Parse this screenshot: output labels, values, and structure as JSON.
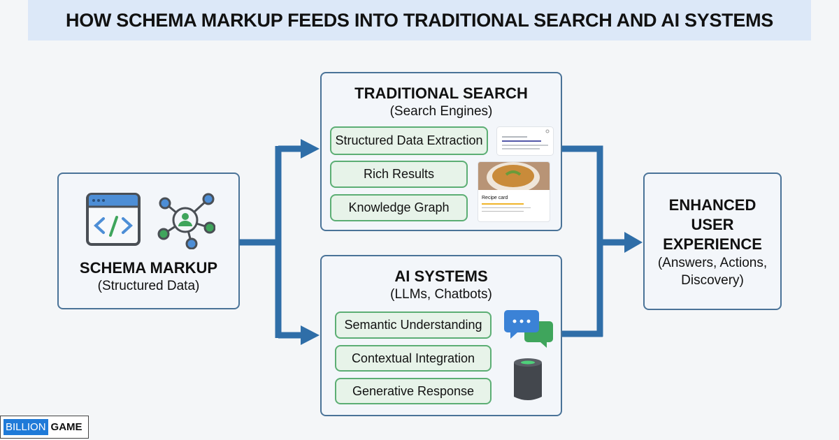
{
  "title": "HOW SCHEMA MARKUP FEEDS INTO TRADITIONAL SEARCH AND AI SYSTEMS",
  "colors": {
    "box_border": "#4a7398",
    "pill_border": "#5cae74",
    "arrow": "#2f6ea8",
    "banner": "#dce8f8"
  },
  "source": {
    "title": "SCHEMA MARKUP",
    "subtitle": "(Structured Data)",
    "icons": [
      "code-window-icon",
      "network-user-icon"
    ]
  },
  "traditional": {
    "title": "TRADITIONAL SEARCH",
    "subtitle": "(Search Engines)",
    "items": [
      "Structured Data Extraction",
      "Rich Results",
      "Knowledge Graph"
    ],
    "recipe_card": "Recipe card"
  },
  "ai": {
    "title": "AI SYSTEMS",
    "subtitle": "(LLMs, Chatbots)",
    "items": [
      "Semantic Understanding",
      "Contextual Integration",
      "Generative Response"
    ],
    "icons": [
      "chat-bubbles-icon",
      "smart-speaker-icon"
    ]
  },
  "result": {
    "line1": "ENHANCED",
    "line2": "USER",
    "line3": "EXPERIENCE",
    "line4": "(Answers, Actions,",
    "line5": "Discovery)"
  },
  "logo": {
    "part1": "BILLION",
    "part2": "GAME"
  }
}
